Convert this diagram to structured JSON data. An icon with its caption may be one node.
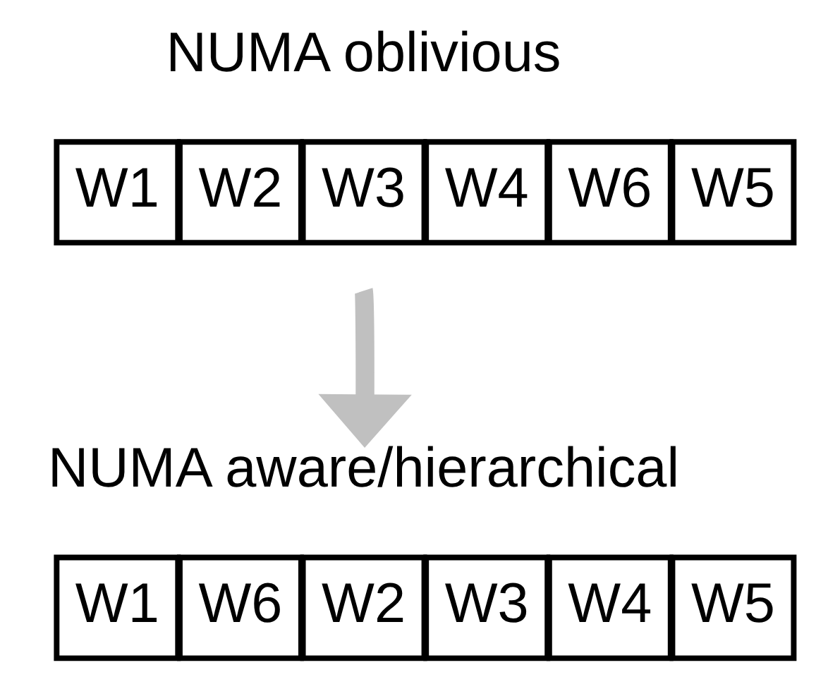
{
  "diagram": {
    "nodes": [
      {
        "text": [
          "NUMA oblivious"
        ]
      },
      {
        "text": [
          "W1"
        ]
      },
      {
        "text": [
          "W2"
        ]
      },
      {
        "text": [
          "W3"
        ]
      },
      {
        "text": [
          "W4"
        ]
      },
      {
        "text": [
          "W6"
        ]
      },
      {
        "text": [
          "W5"
        ]
      },
      {
        "text": [
          "NUMA aware/hierarchical"
        ]
      },
      {
        "text": [
          "W1"
        ]
      },
      {
        "text": [
          "W6"
        ]
      },
      {
        "text": [
          "W2"
        ]
      },
      {
        "text": [
          "W3"
        ]
      },
      {
        "text": [
          "W4"
        ]
      },
      {
        "text": [
          "W5"
        ]
      }
    ],
    "edges": [
      {
        "from": null,
        "to": 7,
        "arrow": "to",
        "color": "#c0c0c0"
      }
    ]
  }
}
